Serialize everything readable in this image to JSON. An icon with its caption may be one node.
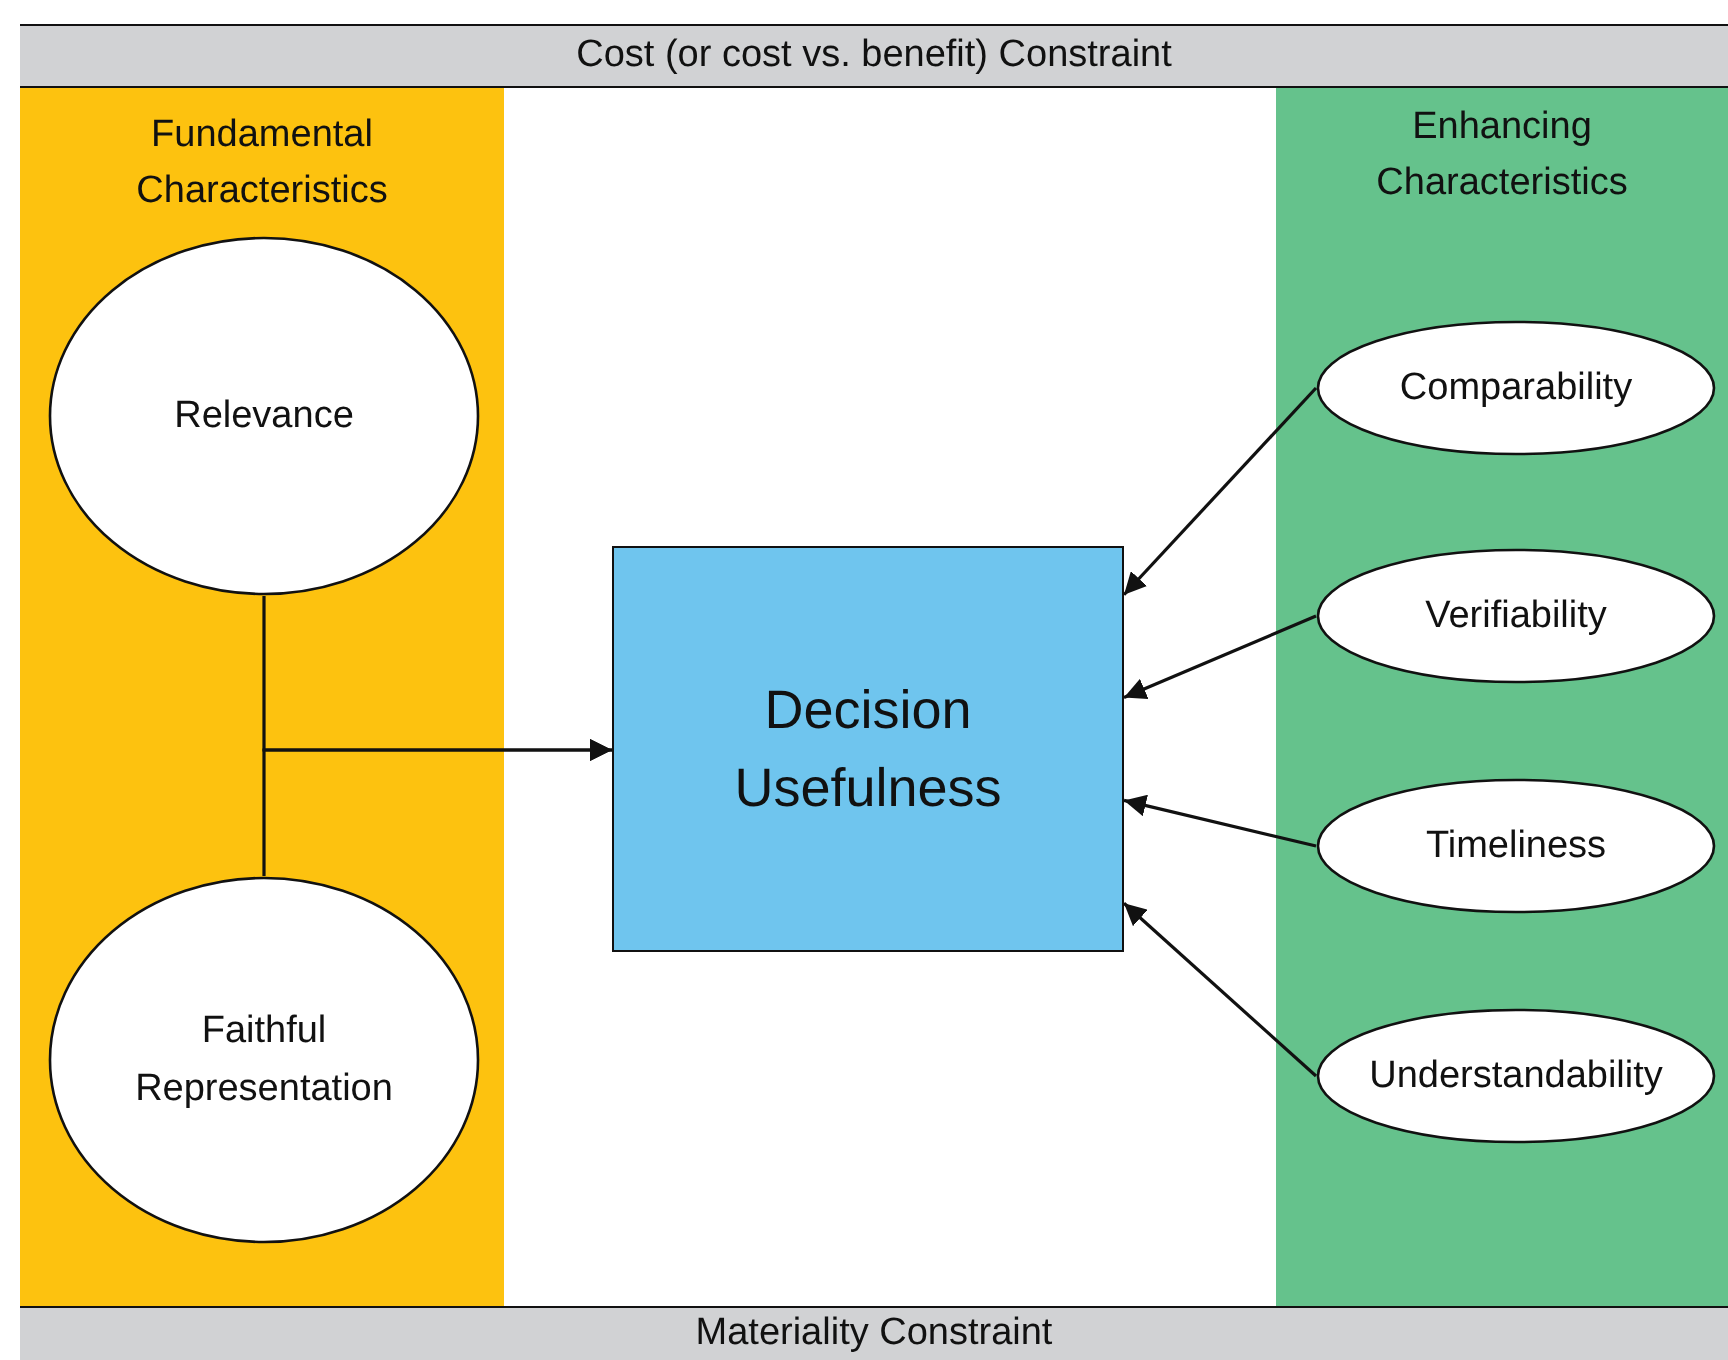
{
  "diagram": {
    "nodes": [
      {
        "text": [
          "Cost (or cost vs. benefit) Constraint"
        ]
      },
      {
        "text": [
          "Fundamental Characteristics"
        ]
      },
      {
        "text": [
          "Relevance"
        ],
        "in": 1
      },
      {
        "text": [
          "Faithful Representation"
        ],
        "in": 1
      },
      {
        "text": [
          "Decision Usefulness"
        ]
      },
      {
        "text": [
          "Enhancing Characteristics"
        ]
      },
      {
        "text": [
          "Comparability"
        ],
        "in": 5
      },
      {
        "text": [
          "Verifiability"
        ],
        "in": 5
      },
      {
        "text": [
          "Timeliness"
        ],
        "in": 5
      },
      {
        "text": [
          "Understandability"
        ],
        "in": 5
      },
      {
        "text": [
          "Materiality Constraint"
        ]
      }
    ],
    "edges": [
      {
        "from": 2,
        "to": 4,
        "arrow": "to"
      },
      {
        "from": 3,
        "to": 4,
        "arrow": "to"
      },
      {
        "from": 6,
        "to": 4,
        "arrow": "to"
      },
      {
        "from": 7,
        "to": 4,
        "arrow": "to"
      },
      {
        "from": 8,
        "to": 4,
        "arrow": "to"
      },
      {
        "from": 9,
        "to": 4,
        "arrow": "to"
      }
    ]
  }
}
